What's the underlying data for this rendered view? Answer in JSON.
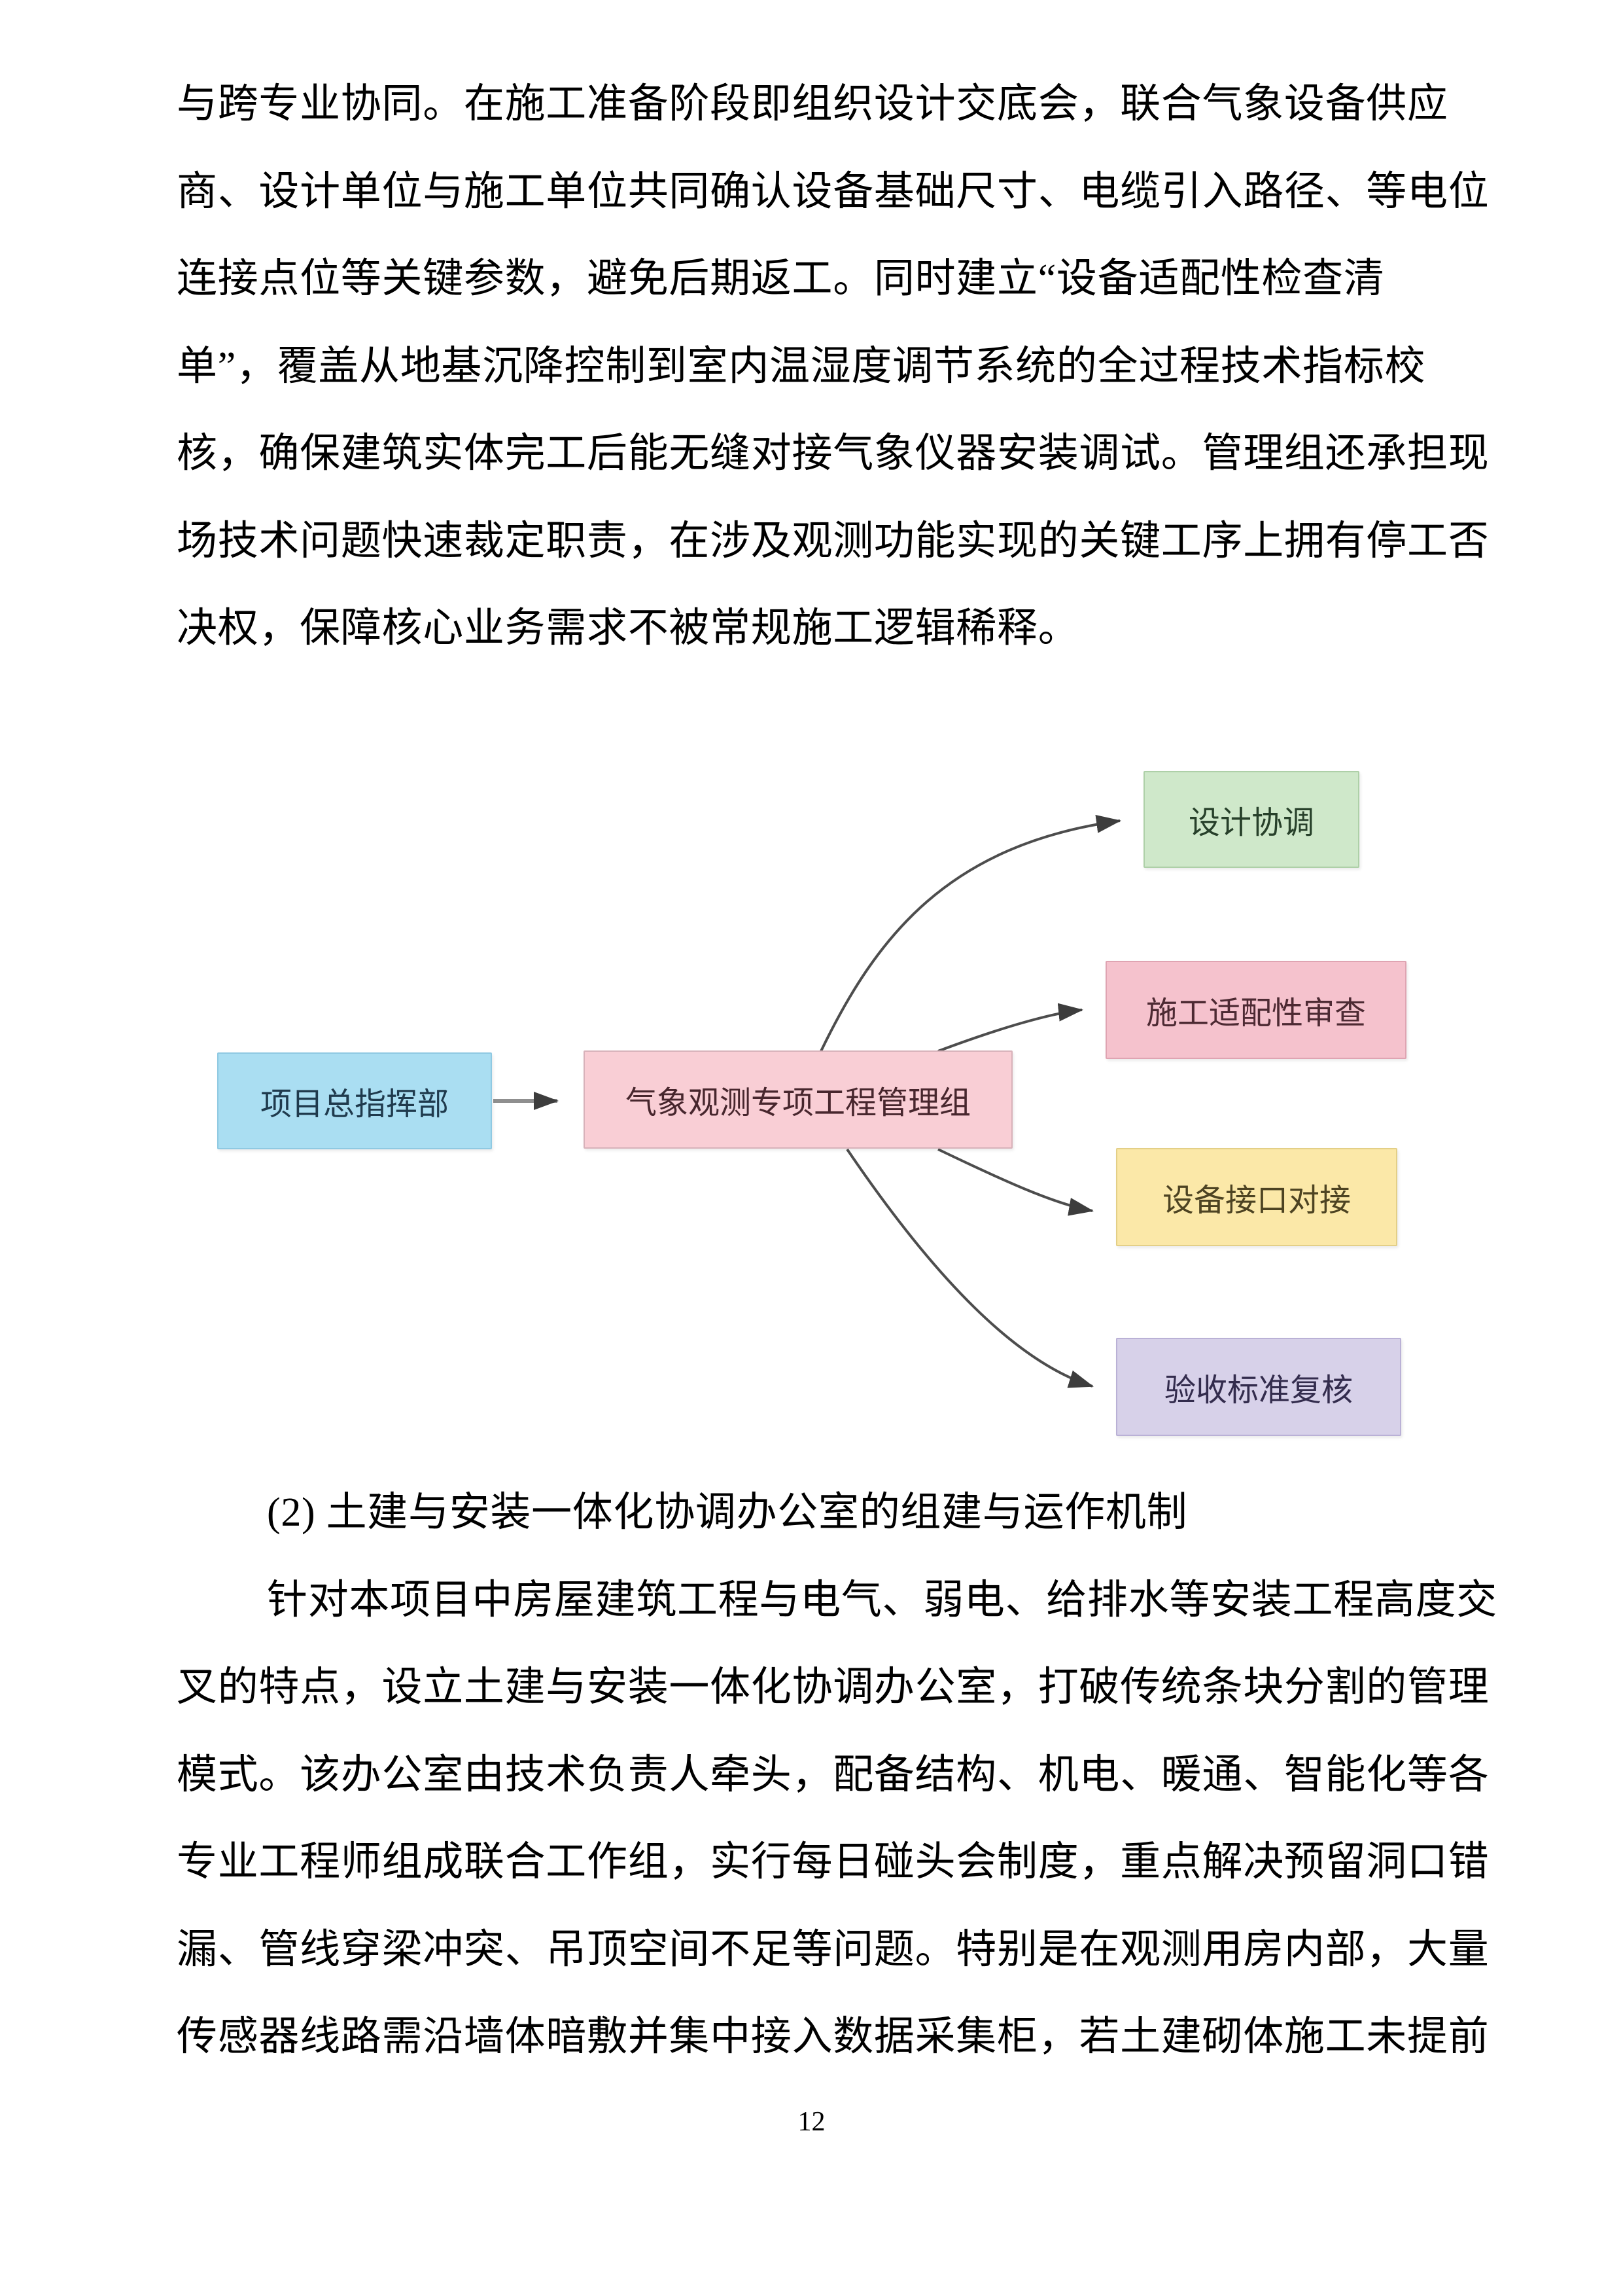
{
  "page": {
    "number": "12"
  },
  "paragraph1": {
    "lines": [
      "与跨专业协同。在施工准备阶段即组织设计交底会，联合气象设备供应",
      "商、设计单位与施工单位共同确认设备基础尺寸、电缆引入路径、等电位",
      "连接点位等关键参数，避免后期返工。同时建立“设备适配性检查清",
      "单”，覆盖从地基沉降控制到室内温湿度调节系统的全过程技术指标校",
      "核，确保建筑实体完工后能无缝对接气象仪器安装调试。管理组还承担现",
      "场技术问题快速裁定职责，在涉及观测功能实现的关键工序上拥有停工否",
      "决权，保障核心业务需求不被常规施工逻辑稀释。"
    ]
  },
  "heading": {
    "text": "(2) 土建与安装一体化协调办公室的组建与运作机制"
  },
  "paragraph2": {
    "lines": [
      "针对本项目中房屋建筑工程与电气、弱电、给排水等安装工程高度交",
      "叉的特点，设立土建与安装一体化协调办公室，打破传统条块分割的管理",
      "模式。该办公室由技术负责人牵头，配备结构、机电、暖通、智能化等各",
      "专业工程师组成联合工作组，实行每日碰头会制度，重点解决预留洞口错",
      "漏、管线穿梁冲突、吊顶空间不足等问题。特别是在观测用房内部，大量",
      "传感器线路需沿墙体暗敷并集中接入数据采集柜，若土建砌体施工未提前"
    ]
  },
  "diagram": {
    "nodes": [
      {
        "id": "project-hq",
        "label": "项目总指挥部",
        "fill": "#aadef2",
        "border": "#8fc9e2",
        "text": "#1f3a4d"
      },
      {
        "id": "mgmt-group",
        "label": "气象观测专项工程管理组",
        "fill": "#f9ced5",
        "border": "#d8b2ba",
        "text": "#47262d"
      },
      {
        "id": "design",
        "label": "设计协调",
        "fill": "#cfe8ca",
        "border": "#aed0a8",
        "text": "#27402a"
      },
      {
        "id": "review",
        "label": "施工适配性审查",
        "fill": "#f5c2cd",
        "border": "#dfa4b2",
        "text": "#4d2a33"
      },
      {
        "id": "interface",
        "label": "设备接口对接",
        "fill": "#fbe8a8",
        "border": "#e3cf87",
        "text": "#4d4322"
      },
      {
        "id": "acceptance",
        "label": "验收标准复核",
        "fill": "#d7d1e9",
        "border": "#bab1d6",
        "text": "#332c4d"
      }
    ],
    "edges": [
      {
        "from": "项目总指挥部",
        "to": "气象观测专项工程管理组"
      },
      {
        "from": "气象观测专项工程管理组",
        "to": "设计协调"
      },
      {
        "from": "气象观测专项工程管理组",
        "to": "施工适配性审查"
      },
      {
        "from": "气象观测专项工程管理组",
        "to": "设备接口对接"
      },
      {
        "from": "气象观测专项工程管理组",
        "to": "验收标准复核"
      }
    ],
    "arrow_color": "#4d4d4d",
    "straight_arrow_color": "#8f8f8f",
    "arrowhead_color": "#3d3d3d"
  }
}
